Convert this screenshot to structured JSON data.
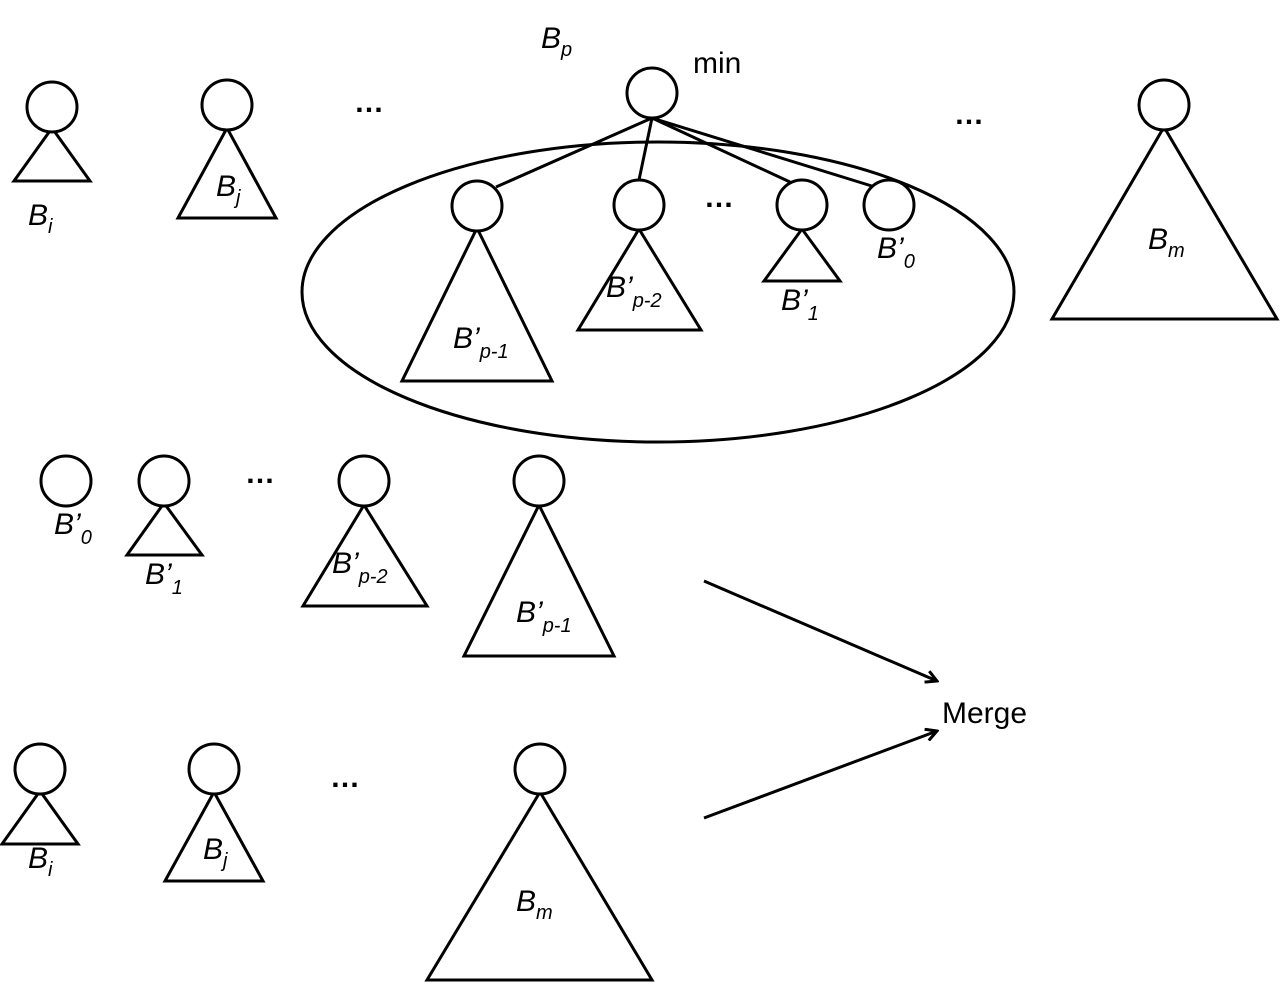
{
  "labels": {
    "B": "B",
    "Bprime": "B’",
    "sub_i": "i",
    "sub_j": "j",
    "sub_p": "p",
    "sub_m": "m",
    "sub_0": "0",
    "sub_1": "1",
    "sub_p2": "p-2",
    "sub_p1": "p-1",
    "min": "min",
    "merge": "Merge",
    "ellipsis": "…"
  }
}
